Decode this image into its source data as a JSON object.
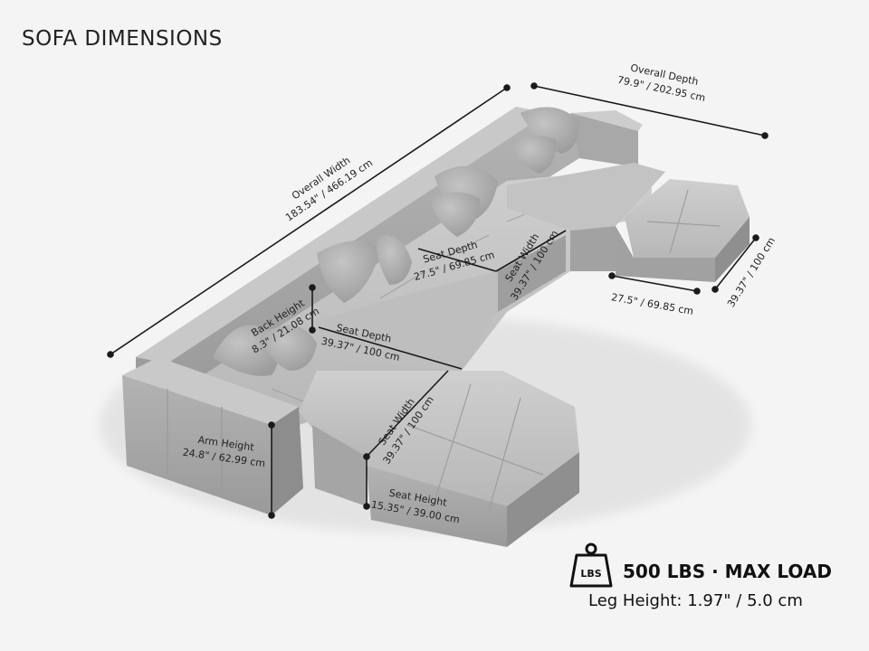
{
  "title": "SOFA DIMENSIONS",
  "dimensions": {
    "overall_width": {
      "label": "Overall Width",
      "value": "183.54\" / 466.19 cm"
    },
    "overall_depth": {
      "label": "Overall Depth",
      "value": "79.9\" / 202.95 cm"
    },
    "seat_depth_top": {
      "label": "Seat Depth",
      "value": "27.5\" / 69.85 cm"
    },
    "seat_width_top": {
      "label": "Seat Width",
      "value": "39.37\" / 100 cm"
    },
    "ottoman_depth": {
      "value": "27.5\" / 69.85 cm"
    },
    "ottoman_width": {
      "value": "39.37\" / 100 cm"
    },
    "back_height": {
      "label": "Back Height",
      "value": "8.3\" / 21.08 cm"
    },
    "seat_depth_front": {
      "label": "Seat Depth",
      "value": "39.37\" / 100 cm"
    },
    "seat_width_front": {
      "label": "Seat Width",
      "value": "39.37\" / 100 cm"
    },
    "arm_height": {
      "label": "Arm Height",
      "value": "24.8\" / 62.99 cm"
    },
    "seat_height": {
      "label": "Seat Height",
      "value": "15.35\" / 39.00 cm"
    }
  },
  "load": {
    "icon_text": "LBS",
    "max_load": "500 LBS · MAX LOAD",
    "leg_height": "Leg Height: 1.97\" / 5.0 cm"
  },
  "colors": {
    "background": "#f4f4f4",
    "sofa": "#b9b9b9",
    "text": "#222222"
  }
}
